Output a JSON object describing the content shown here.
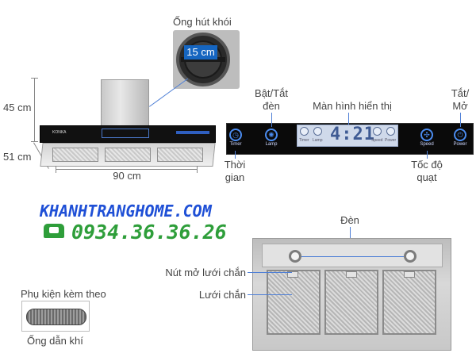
{
  "labels": {
    "duct": "Ống hút khói",
    "duct_size": "15 cm",
    "height": "45 cm",
    "depth": "51 cm",
    "width": "90 cm",
    "lamp_toggle": [
      "Bật/Tắt",
      "đèn"
    ],
    "display": "Màn hình hiển thị",
    "power": [
      "Tắt/",
      "Mở"
    ],
    "timer": [
      "Thời",
      "gian"
    ],
    "speed": [
      "Tốc độ",
      "quạt"
    ],
    "lamp": "Đèn",
    "filter_button": "Nút mở lưới chắn",
    "filter": "Lưới chắn",
    "accessory": "Phụ kiện kèm theo",
    "air_duct": "Ống dẫn khí"
  },
  "panel": {
    "timer": "Timer",
    "lamp": "Lamp",
    "speed": "Speed",
    "power": "Power",
    "clock": "4:21",
    "display_icons": [
      "Timer",
      "Lamp",
      "Speed",
      "Power"
    ]
  },
  "hood_brand": "KONKA",
  "watermark": {
    "site": "KHANHTRANGHOME.COM",
    "phone": "0934.36.36.26"
  },
  "colors": {
    "accent_blue": "#1565c0",
    "button_blue": "#4b8cf0",
    "watermark_blue": "#1e4fd6",
    "watermark_green": "#2e9e3a"
  }
}
